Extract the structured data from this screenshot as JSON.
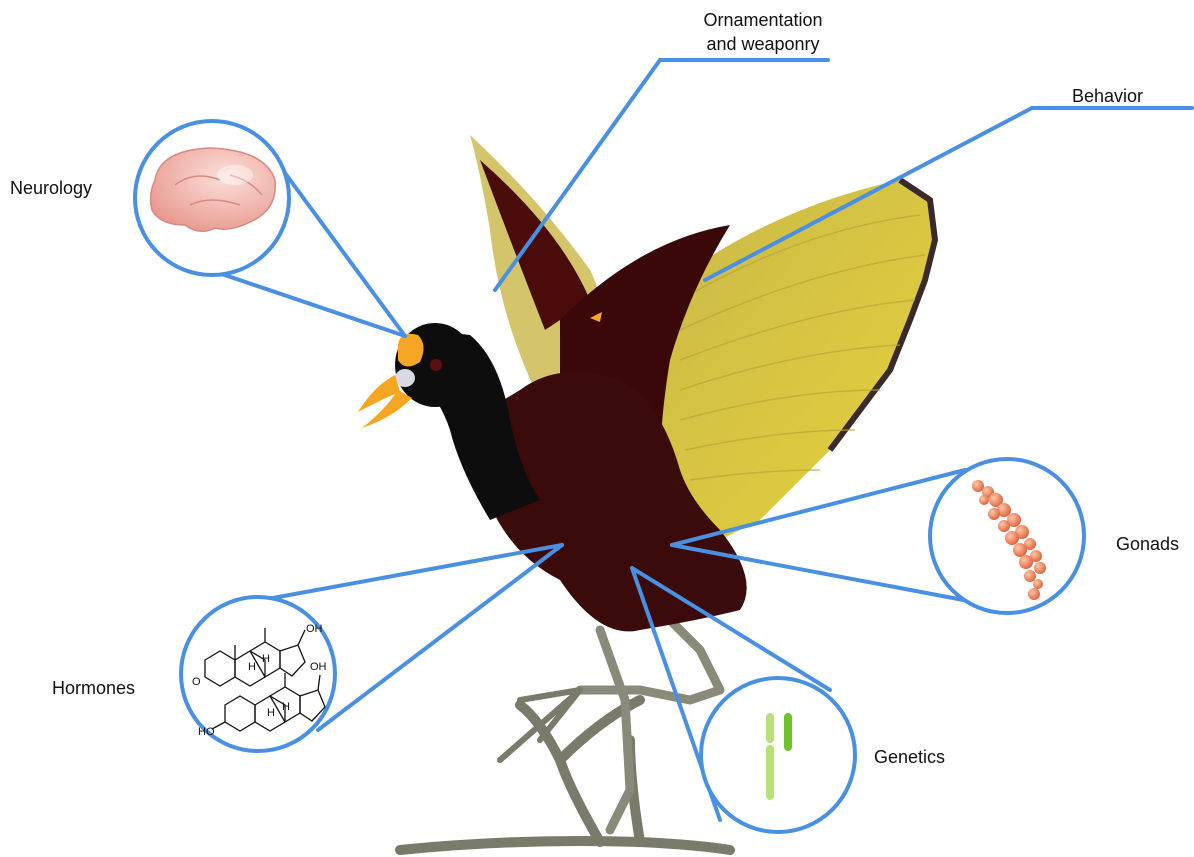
{
  "labels": {
    "ornamentation_line1": "Ornamentation",
    "ornamentation_line2": "and weaponry",
    "behavior": "Behavior",
    "neurology": "Neurology",
    "gonads": "Gonads",
    "hormones": "Hormones",
    "genetics": "Genetics"
  },
  "molecule_labels": {
    "oh_top": "OH",
    "o_top": "O",
    "oh_bottom": "OH",
    "ho_bottom": "HO",
    "h": "H"
  },
  "colors": {
    "callout_line": "#4a90e2",
    "bird_body": "#3b0a0a",
    "bird_head": "#0d0d0d",
    "wing_yellow": "#d9c23a",
    "beak_orange": "#f5a623",
    "leg": "#8a8a7a",
    "brain": "#f4b8b0",
    "gonad": "#f08a5d",
    "chromosome": "#8fd14f"
  }
}
